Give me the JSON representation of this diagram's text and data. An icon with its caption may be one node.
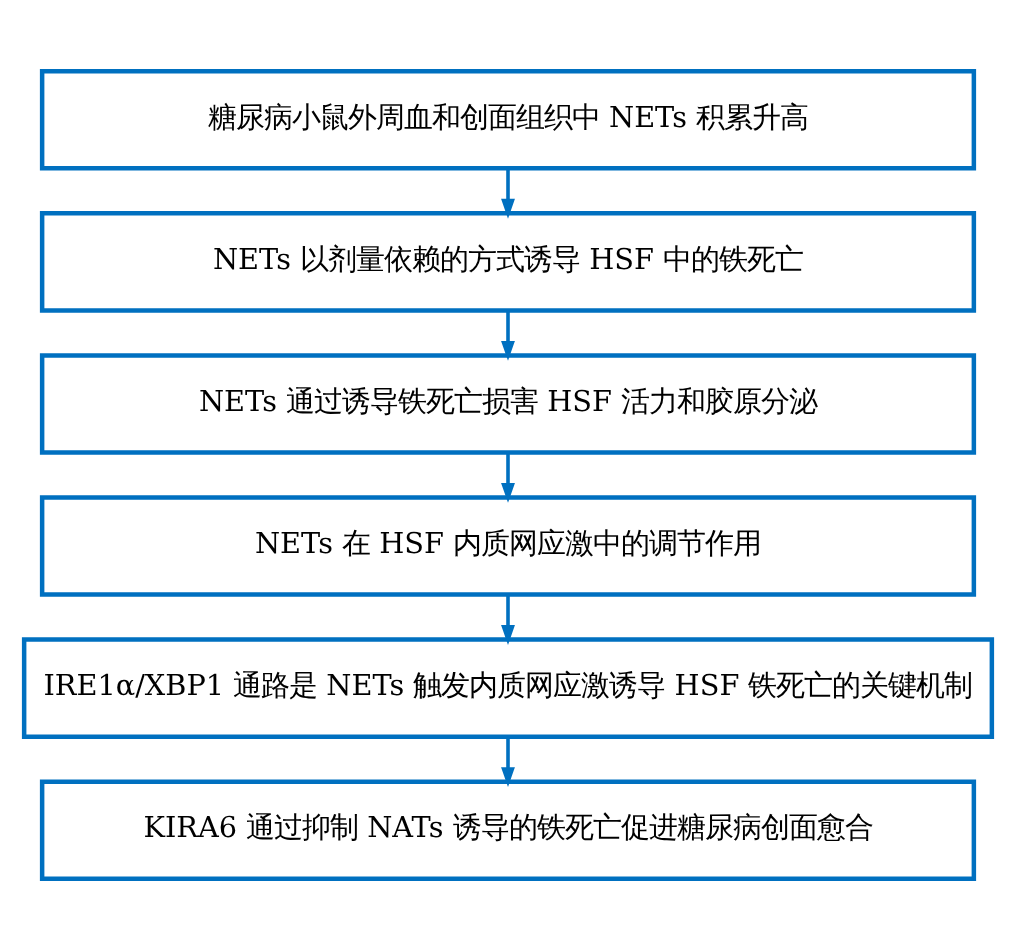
{
  "diagram": {
    "nodes": [
      {
        "text": [
          "糖尿病小鼠外周血和创面组织中 NETs 积累升高"
        ]
      },
      {
        "text": [
          "NETs 以剂量依赖的方式诱导 HSF 中的铁死亡"
        ]
      },
      {
        "text": [
          "NETs 通过诱导铁死亡损害 HSF 活力和胶原分泌"
        ]
      },
      {
        "text": [
          "NETs 在 HSF 内质网应激中的调节作用"
        ]
      },
      {
        "text": [
          "IRE1α/XBP1 通路是 NETs 触发内质网应激诱导 HSF 铁死亡的关键机制"
        ]
      },
      {
        "text": [
          "KIRA6 通过抑制 NATs 诱导的铁死亡促进糖尿病创面愈合"
        ]
      }
    ],
    "edges": [
      {
        "from": 0,
        "to": 1,
        "arrow": "to"
      },
      {
        "from": 1,
        "to": 2,
        "arrow": "to"
      },
      {
        "from": 2,
        "to": 3,
        "arrow": "to"
      },
      {
        "from": 3,
        "to": 4,
        "arrow": "to"
      },
      {
        "from": 4,
        "to": 5,
        "arrow": "to"
      }
    ]
  }
}
